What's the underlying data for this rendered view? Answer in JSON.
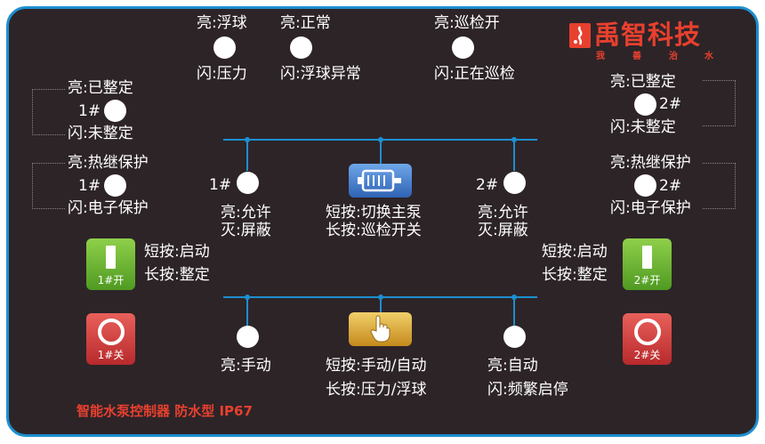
{
  "top": {
    "float_lit": "亮:浮球",
    "pressure_flash": "闪:压力",
    "normal_lit": "亮:正常",
    "float_abnormal_flash": "闪:浮球异常",
    "patrol_on_lit": "亮:巡检开",
    "patrolling_flash": "闪:正在巡检"
  },
  "brand": {
    "name": "禹智科技",
    "slogan": [
      "我",
      "善",
      "治",
      "水"
    ]
  },
  "left": {
    "tuned_lit": "亮:已整定",
    "pump_num": "1#",
    "untuned_flash": "闪:未整定",
    "thermal_lit": "亮:热继保护",
    "electronic_flash": "闪:电子保护",
    "short_start": "短按:启动",
    "long_tune": "长按:整定",
    "on_key": "1#开",
    "off_key": "1#关"
  },
  "right": {
    "tuned_lit": "亮:已整定",
    "pump_num": "2#",
    "untuned_flash": "闪:未整定",
    "thermal_lit": "亮:热继保护",
    "electronic_flash": "闪:电子保护",
    "short_start": "短按:启动",
    "long_tune": "长按:整定",
    "on_key": "2#开",
    "off_key": "2#关"
  },
  "middle": {
    "pump1_label": "1#",
    "pump2_label": "2#",
    "allow_lit": "亮:允许",
    "mask_off": "灭:屏蔽",
    "switch_short": "短按:切换主泵",
    "patrol_long": "长按:巡检开关"
  },
  "bottom": {
    "manual_lit": "亮:手动",
    "auto_lit": "亮:自动",
    "frequent_flash": "闪:频繁启停",
    "mode_short": "短按:手动/自动",
    "mode_long": "长按:压力/浮球"
  },
  "footer": "智能水泵控制器 防水型 IP67"
}
